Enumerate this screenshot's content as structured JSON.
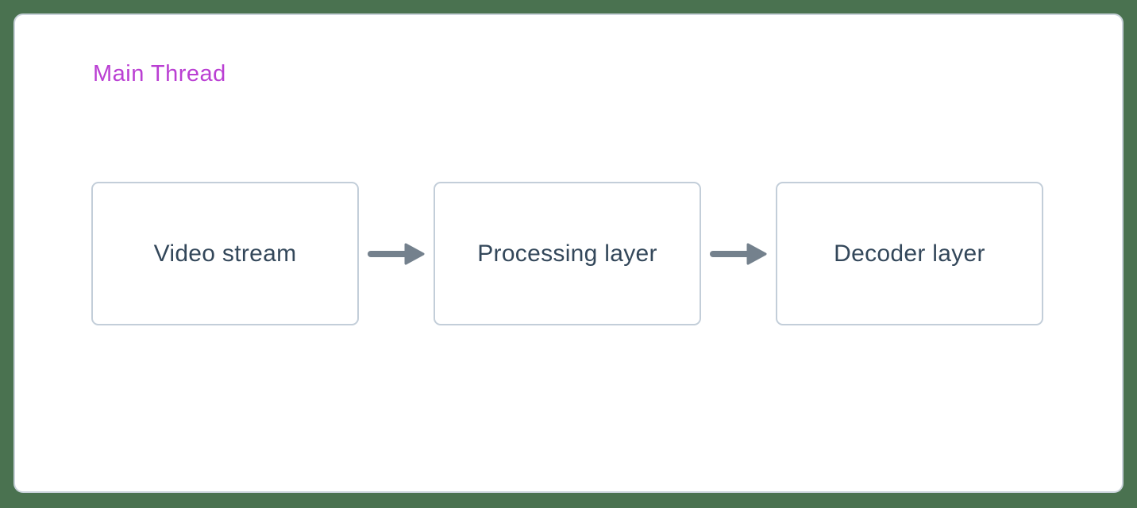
{
  "diagram": {
    "title": "Main Thread",
    "nodes": [
      {
        "label": "Video stream"
      },
      {
        "label": "Processing layer"
      },
      {
        "label": "Decoder layer"
      }
    ],
    "connections": [
      {
        "from": "Video stream",
        "to": "Processing layer",
        "icon": "right-arrow-icon"
      },
      {
        "from": "Processing layer",
        "to": "Decoder layer",
        "icon": "right-arrow-icon"
      }
    ],
    "colors": {
      "page_background": "#4a7250",
      "card_background": "#ffffff",
      "card_border": "#c9d2da",
      "node_border": "#c3ced9",
      "node_text": "#33475a",
      "arrow": "#74818d",
      "title_text": "#ba3fd3"
    }
  }
}
